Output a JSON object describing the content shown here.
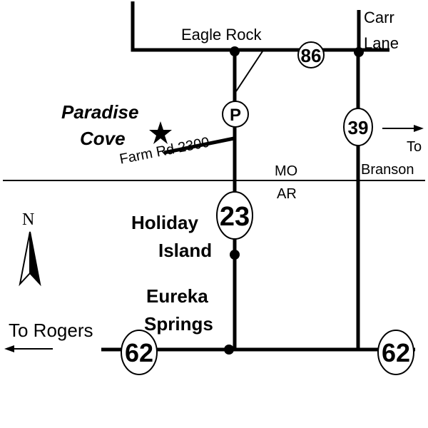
{
  "colors": {
    "ink": "#000000",
    "paper": "#ffffff"
  },
  "labels": {
    "eagle_rock": "Eagle Rock",
    "carr": "Carr",
    "lane": "Lane",
    "paradise": "Paradise",
    "cove": "Cove",
    "farm_rd": "Farm Rd 2300",
    "to": "To",
    "branson": "Branson",
    "mo": "MO",
    "ar": "AR",
    "holiday": "Holiday",
    "island": "Island",
    "eureka": "Eureka",
    "springs": "Springs",
    "to_rogers": "To Rogers",
    "north": "N"
  },
  "shields": {
    "rt86": "86",
    "rtP": "P",
    "rt39": "39",
    "rt23": "23",
    "rt62_west": "62",
    "rt62_east": "62"
  },
  "icons": {
    "destination": "star-icon",
    "north": "north-arrow-icon",
    "east_arrow": "arrow-right-icon",
    "west_arrow": "arrow-left-icon"
  }
}
